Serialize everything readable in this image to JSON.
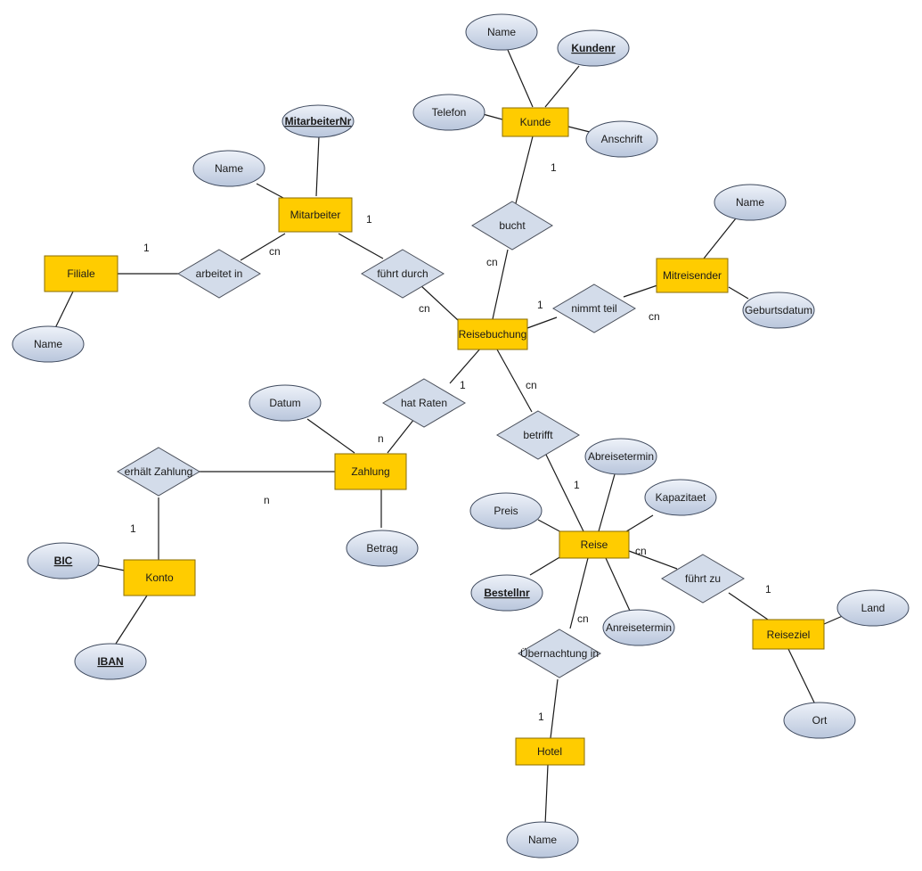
{
  "entities": [
    {
      "id": "kunde",
      "label": "Kunde"
    },
    {
      "id": "mitarbeiter",
      "label": "Mitarbeiter"
    },
    {
      "id": "filiale",
      "label": "Filiale"
    },
    {
      "id": "reisebuchung",
      "label": "Reisebuchung"
    },
    {
      "id": "mitreisender",
      "label": "Mitreisender"
    },
    {
      "id": "zahlung",
      "label": "Zahlung"
    },
    {
      "id": "konto",
      "label": "Konto"
    },
    {
      "id": "reise",
      "label": "Reise"
    },
    {
      "id": "reiseziel",
      "label": "Reiseziel"
    },
    {
      "id": "hotel",
      "label": "Hotel"
    }
  ],
  "relationships": [
    {
      "id": "bucht",
      "label": "bucht"
    },
    {
      "id": "arbeitet-in",
      "label": "arbeitet in"
    },
    {
      "id": "fuehrt-durch",
      "label": "führt durch"
    },
    {
      "id": "nimmt-teil",
      "label": "nimmt teil"
    },
    {
      "id": "hat-raten",
      "label": "hat Raten"
    },
    {
      "id": "erhaelt-zahlung",
      "label": "erhält Zahlung"
    },
    {
      "id": "betrifft",
      "label": "betrifft"
    },
    {
      "id": "fuehrt-zu",
      "label": "führt zu"
    },
    {
      "id": "uebernachtung-in",
      "label": "Übernachtung in"
    }
  ],
  "attributes": [
    {
      "id": "kunde-name",
      "label": "Name",
      "key": false
    },
    {
      "id": "kunde-kundenr",
      "label": "Kundenr",
      "key": true
    },
    {
      "id": "kunde-telefon",
      "label": "Telefon",
      "key": false
    },
    {
      "id": "kunde-anschrift",
      "label": "Anschrift",
      "key": false
    },
    {
      "id": "mitarbeiter-nr",
      "label": "MitarbeiterNr",
      "key": true
    },
    {
      "id": "mitarbeiter-name",
      "label": "Name",
      "key": false
    },
    {
      "id": "filiale-name",
      "label": "Name",
      "key": false
    },
    {
      "id": "mitreisender-name",
      "label": "Name",
      "key": false
    },
    {
      "id": "mitreisender-geburtsdatum",
      "label": "Geburtsdatum",
      "key": false
    },
    {
      "id": "zahlung-datum",
      "label": "Datum",
      "key": false
    },
    {
      "id": "zahlung-betrag",
      "label": "Betrag",
      "key": false
    },
    {
      "id": "konto-bic",
      "label": "BIC",
      "key": true
    },
    {
      "id": "konto-iban",
      "label": "IBAN",
      "key": true
    },
    {
      "id": "reise-abreisetermin",
      "label": "Abreisetermin",
      "key": false
    },
    {
      "id": "reise-kapazitaet",
      "label": "Kapazitaet",
      "key": false
    },
    {
      "id": "reise-preis",
      "label": "Preis",
      "key": false
    },
    {
      "id": "reise-bestellnr",
      "label": "Bestellnr",
      "key": true
    },
    {
      "id": "reise-anreisetermin",
      "label": "Anreisetermin",
      "key": false
    },
    {
      "id": "reiseziel-land",
      "label": "Land",
      "key": false
    },
    {
      "id": "reiseziel-ort",
      "label": "Ort",
      "key": false
    },
    {
      "id": "hotel-name",
      "label": "Name",
      "key": false
    }
  ],
  "cardinalities": [
    {
      "id": "kunde-bucht",
      "label": "1"
    },
    {
      "id": "bucht-reisebuchung",
      "label": "cn"
    },
    {
      "id": "filiale-arbeitet",
      "label": "1"
    },
    {
      "id": "arbeitet-mitarbeiter",
      "label": "cn"
    },
    {
      "id": "mitarbeiter-fuehrt",
      "label": "1"
    },
    {
      "id": "fuehrt-reisebuchung",
      "label": "cn"
    },
    {
      "id": "reisebuchung-nimmt",
      "label": "1"
    },
    {
      "id": "nimmt-mitreisender",
      "label": "cn"
    },
    {
      "id": "reisebuchung-raten",
      "label": "1"
    },
    {
      "id": "raten-zahlung",
      "label": "n"
    },
    {
      "id": "zahlung-erhaelt",
      "label": "n"
    },
    {
      "id": "erhaelt-konto",
      "label": "1"
    },
    {
      "id": "reisebuchung-betrifft",
      "label": "cn"
    },
    {
      "id": "betrifft-reise",
      "label": "1"
    },
    {
      "id": "reise-fuehrt-zu",
      "label": "cn"
    },
    {
      "id": "fuehrt-zu-reiseziel",
      "label": "1"
    },
    {
      "id": "reise-uebernachtung",
      "label": "cn"
    },
    {
      "id": "uebernachtung-hotel",
      "label": "1"
    }
  ],
  "colors": {
    "entity_fill": "#ffcc00",
    "relationship_fill": "#d3dcea",
    "attribute_fill_light": "#eef2f9",
    "attribute_fill_dark": "#b9c6dc"
  }
}
